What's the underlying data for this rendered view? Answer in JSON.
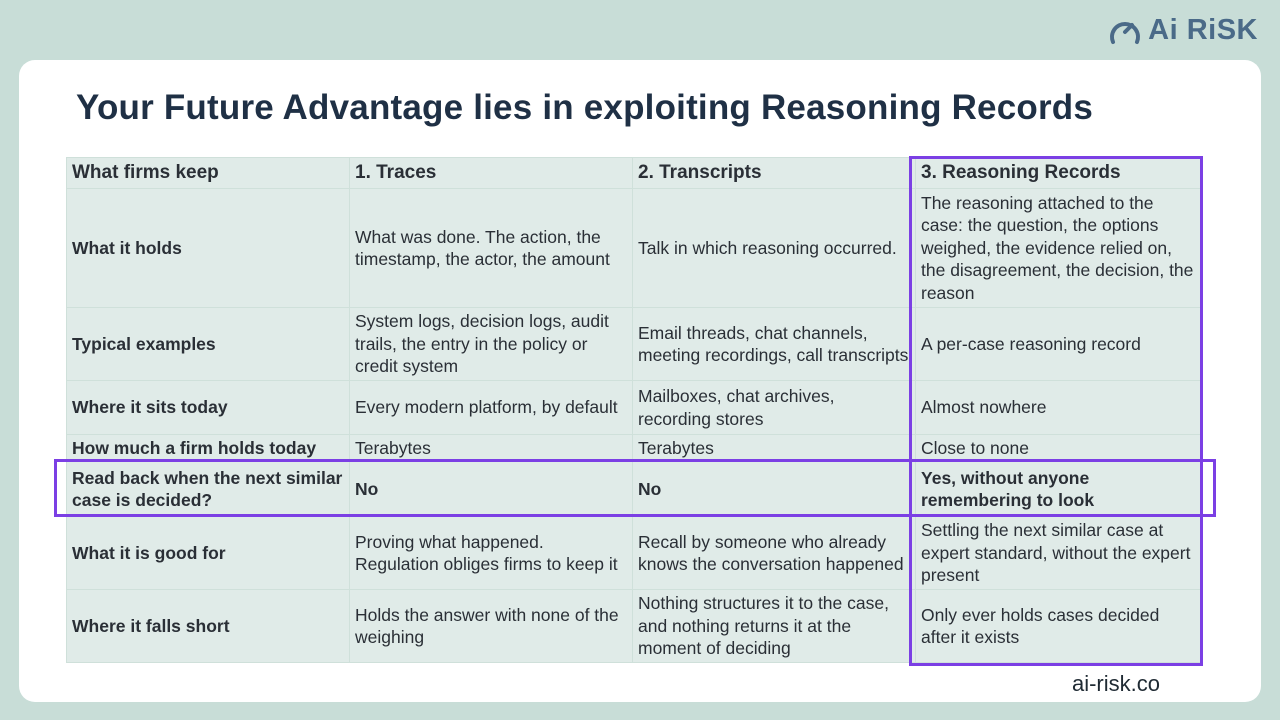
{
  "brand": {
    "name": "Ai RiSK",
    "icon": "gauge-icon",
    "color": "#4a6a88"
  },
  "title": "Your Future Advantage lies in exploiting Reasoning Records",
  "footer_url": "ai-risk.co",
  "highlight_color": "#7b3fe4",
  "table": {
    "headers": [
      "What firms keep",
      "1. Traces",
      "2. Transcripts",
      "3. Reasoning Records"
    ],
    "rows": [
      [
        "What it holds",
        "What was done. The action, the timestamp, the actor, the amount",
        "Talk in which reasoning occurred.",
        "The reasoning attached to the case: the question, the options weighed, the evidence relied on, the disagreement, the decision, the reason"
      ],
      [
        "Typical examples",
        "System logs, decision logs, audit trails, the entry in the policy or credit system",
        "Email threads, chat channels, meeting recordings, call transcripts",
        "A per-case reasoning record"
      ],
      [
        "Where it sits today",
        "Every modern platform, by default",
        "Mailboxes, chat archives, recording stores",
        "Almost nowhere"
      ],
      [
        "How much a firm holds today",
        "Terabytes",
        "Terabytes",
        "Close to none"
      ],
      [
        "Read back when the next similar case is decided?",
        "No",
        "No",
        "Yes, without anyone remembering to look"
      ],
      [
        "What it is good for",
        "Proving what happened. Regulation obliges firms to keep it",
        "Recall by someone who already knows the conversation happened",
        "Settling the next similar case at expert standard, without the expert present"
      ],
      [
        "Where it falls short",
        "Holds the answer with none of the weighing",
        "Nothing structures it to the case, and nothing returns it at the moment of deciding",
        "Only ever holds cases decided after it exists"
      ]
    ]
  }
}
